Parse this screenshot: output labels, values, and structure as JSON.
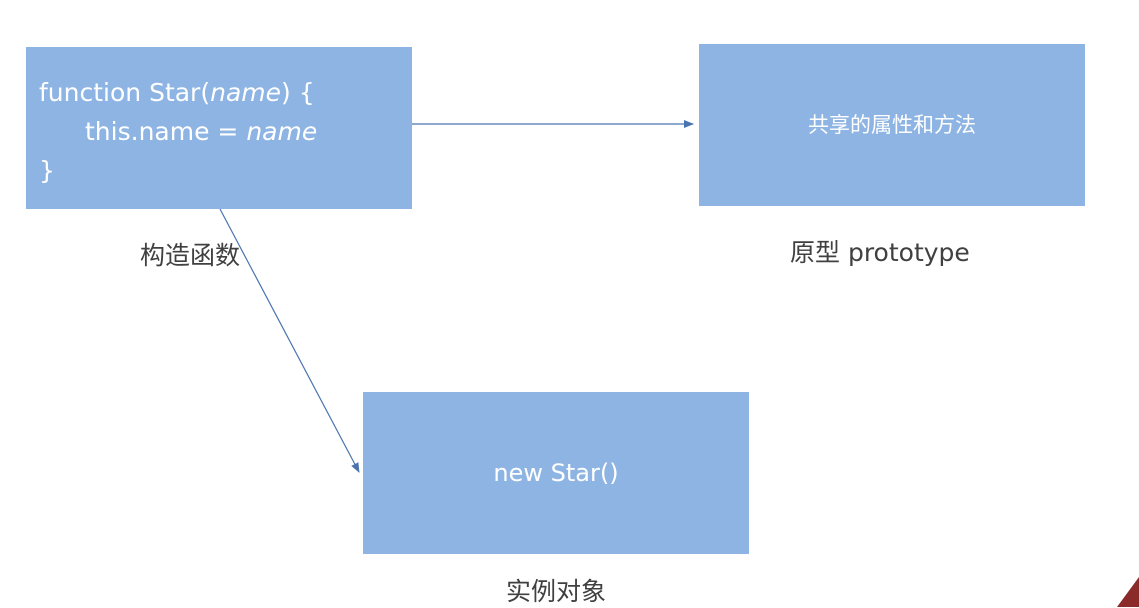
{
  "constructor_box": {
    "line1_prefix": "function Star(",
    "line1_param": "name",
    "line1_suffix": ") {",
    "line2_prefix": "this.name = ",
    "line2_param": "name",
    "line3": "}"
  },
  "prototype_box": {
    "text": "共享的属性和方法"
  },
  "instance_box": {
    "text": "new Star()"
  },
  "captions": {
    "constructor": "构造函数",
    "prototype": "原型 prototype",
    "instance": "实例对象"
  },
  "colors": {
    "box_fill": "#8eb4e3",
    "box_text": "#ffffff",
    "caption_text": "#404040",
    "arrow": "#4a74b0"
  }
}
